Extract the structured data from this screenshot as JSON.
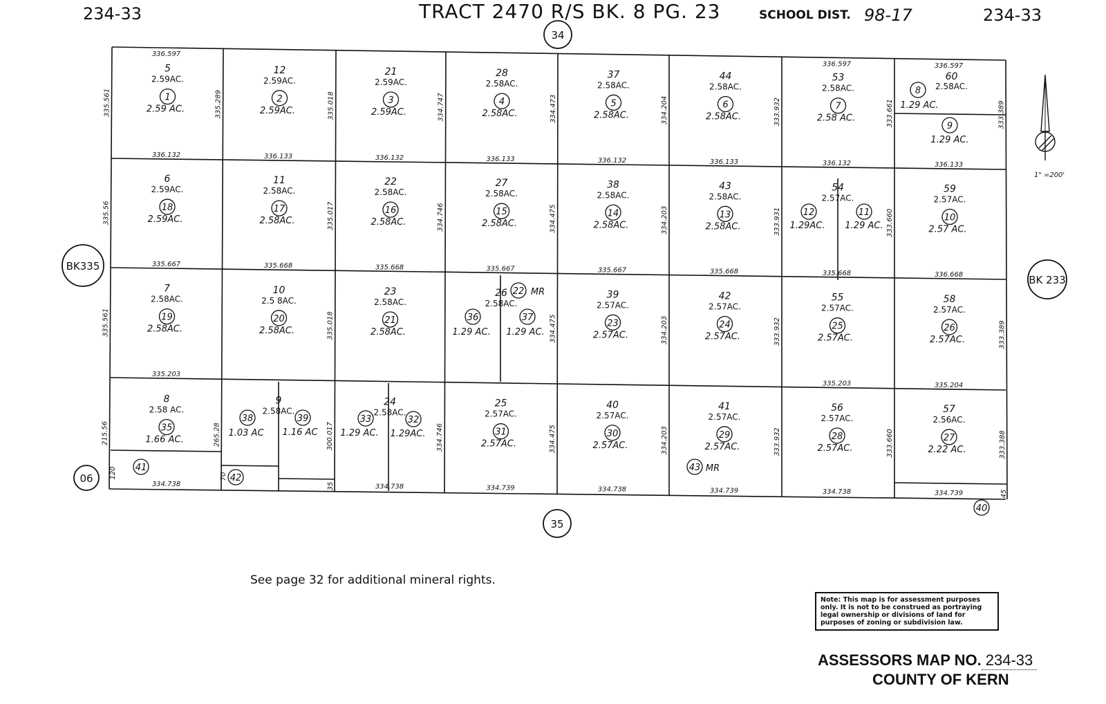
{
  "header": {
    "map_id_left": "234-33",
    "map_id_right": "234-33",
    "tract": "TRACT 2470 R/S BK. 8 PG. 23",
    "school_dist_label": "SCHOOL DIST.",
    "school_dist_value": "98-17"
  },
  "adjacent": {
    "top": "34",
    "bottom": "35",
    "left": "BK335",
    "right": "BK 233",
    "bottom_left": "06"
  },
  "scale": "1\" =200'",
  "rows": [
    [
      {
        "lot": "5",
        "lot_ac": "2.59AC.",
        "parcel": "1",
        "parcel_ac": "2.59 AC."
      },
      {
        "lot": "12",
        "lot_ac": "2.59AC.",
        "parcel": "2",
        "parcel_ac": "2.59AC."
      },
      {
        "lot": "21",
        "lot_ac": "2.59AC.",
        "parcel": "3",
        "parcel_ac": "2.59AC."
      },
      {
        "lot": "28",
        "lot_ac": "2.58AC.",
        "parcel": "4",
        "parcel_ac": "2.58AC."
      },
      {
        "lot": "37",
        "lot_ac": "2.58AC.",
        "parcel": "5",
        "parcel_ac": "2.58AC."
      },
      {
        "lot": "44",
        "lot_ac": "2.58AC.",
        "parcel": "6",
        "parcel_ac": "2.58AC."
      },
      {
        "lot": "53",
        "lot_ac": "2.58AC.",
        "parcel": "7",
        "parcel_ac": "2.58 AC."
      },
      {
        "lot": "60",
        "lot_ac": "2.58AC.",
        "parcel": "8",
        "parcel_ac": "1.29 AC."
      }
    ],
    [
      {
        "lot": "6",
        "lot_ac": "2.59AC.",
        "parcel": "18",
        "parcel_ac": "2.59AC."
      },
      {
        "lot": "11",
        "lot_ac": "2.58AC.",
        "parcel": "17",
        "parcel_ac": "2.58AC."
      },
      {
        "lot": "22",
        "lot_ac": "2.58AC.",
        "parcel": "16",
        "parcel_ac": "2.58AC."
      },
      {
        "lot": "27",
        "lot_ac": "2.58AC.",
        "parcel": "15",
        "parcel_ac": "2.58AC."
      },
      {
        "lot": "38",
        "lot_ac": "2.58AC.",
        "parcel": "14",
        "parcel_ac": "2.58AC."
      },
      {
        "lot": "43",
        "lot_ac": "2.58AC.",
        "parcel": "13",
        "parcel_ac": "2.58AC."
      },
      {
        "lot": "54",
        "lot_ac": "2.57AC.",
        "parcel": "",
        "parcel_ac": ""
      },
      {
        "lot": "59",
        "lot_ac": "2.57AC.",
        "parcel": "10",
        "parcel_ac": "2.57 AC."
      }
    ],
    [
      {
        "lot": "7",
        "lot_ac": "2.58AC.",
        "parcel": "19",
        "parcel_ac": "2.58AC."
      },
      {
        "lot": "10",
        "lot_ac": "2.5 8AC.",
        "parcel": "20",
        "parcel_ac": "2.58AC."
      },
      {
        "lot": "23",
        "lot_ac": "2.58AC.",
        "parcel": "21",
        "parcel_ac": "2.58AC."
      },
      {
        "lot": "26",
        "lot_ac": "2.58AC.",
        "parcel": "",
        "parcel_ac": ""
      },
      {
        "lot": "39",
        "lot_ac": "2.57AC.",
        "parcel": "23",
        "parcel_ac": "2.57AC."
      },
      {
        "lot": "42",
        "lot_ac": "2.57AC.",
        "parcel": "24",
        "parcel_ac": "2.57AC."
      },
      {
        "lot": "55",
        "lot_ac": "2.57AC.",
        "parcel": "25",
        "parcel_ac": "2.57AC."
      },
      {
        "lot": "58",
        "lot_ac": "2.57AC.",
        "parcel": "26",
        "parcel_ac": "2.57AC."
      }
    ],
    [
      {
        "lot": "8",
        "lot_ac": "2.58 AC.",
        "parcel": "35",
        "parcel_ac": "1.66 AC."
      },
      {
        "lot": "9",
        "lot_ac": "2.58AC.",
        "parcel": "",
        "parcel_ac": ""
      },
      {
        "lot": "24",
        "lot_ac": "2.58AC.",
        "parcel": "",
        "parcel_ac": ""
      },
      {
        "lot": "25",
        "lot_ac": "2.57AC.",
        "parcel": "31",
        "parcel_ac": "2.57AC."
      },
      {
        "lot": "40",
        "lot_ac": "2.57AC.",
        "parcel": "30",
        "parcel_ac": "2.57AC."
      },
      {
        "lot": "41",
        "lot_ac": "2.57AC.",
        "parcel": "29",
        "parcel_ac": "2.57AC."
      },
      {
        "lot": "56",
        "lot_ac": "2.57AC.",
        "parcel": "28",
        "parcel_ac": "2.57AC."
      },
      {
        "lot": "57",
        "lot_ac": "2.56AC.",
        "parcel": "27",
        "parcel_ac": "2.22 AC."
      }
    ]
  ],
  "sub_parcels": [
    {
      "parcel": "9",
      "ac": "1.29 AC."
    },
    {
      "parcel": "12",
      "ac": "1.29AC."
    },
    {
      "parcel": "11",
      "ac": "1.29 AC."
    },
    {
      "parcel": "22",
      "ac": "MR"
    },
    {
      "parcel": "36",
      "ac": "1.29 AC."
    },
    {
      "parcel": "37",
      "ac": "1.29 AC."
    },
    {
      "parcel": "38",
      "ac": "1.03 AC"
    },
    {
      "parcel": "39",
      "ac": "1.16 AC"
    },
    {
      "parcel": "33",
      "ac": "1.29 AC."
    },
    {
      "parcel": "32",
      "ac": "1.29AC."
    },
    {
      "parcel": "41",
      "ac": ""
    },
    {
      "parcel": "42",
      "ac": ""
    },
    {
      "parcel": "43",
      "ac": "MR"
    },
    {
      "parcel": "40",
      "ac": ""
    }
  ],
  "horizontal_dims": [
    [
      "336.597",
      "",
      "",
      "",
      "",
      "",
      "336.597",
      "336.597"
    ],
    [
      "336.132",
      "336.133",
      "336.132",
      "336.133",
      "336.132",
      "336.133",
      "336.132",
      "336.133"
    ],
    [
      "335.667",
      "335.668",
      "335.668",
      "335.667",
      "335.667",
      "335.668",
      "335.668",
      "336.668"
    ],
    [
      "335.203",
      "",
      "",
      "",
      "",
      "",
      "335.203",
      "335.204"
    ],
    [
      "334.738",
      "",
      "334.738",
      "334.739",
      "334.738",
      "334.739",
      "334.738",
      "334.739"
    ]
  ],
  "vertical_dims": [
    [
      "335.561",
      "335.289",
      "335.018",
      "334.747",
      "334.473",
      "334.204",
      "333.932",
      "333.661",
      "333.389"
    ],
    [
      "335.56",
      "",
      "335.017",
      "334.746",
      "334.475",
      "334.203",
      "333.931",
      "333.660",
      ""
    ],
    [
      "335.561",
      "",
      "335.018",
      "",
      "334.475",
      "334.203",
      "333.932",
      "",
      "333.389"
    ],
    [
      "215.56",
      "265.28",
      "300.017",
      "334.746",
      "334.475",
      "334.203",
      "333.932",
      "333.660",
      "333.388"
    ]
  ],
  "small_dims": {
    "left_120": "120",
    "dim_70": "70",
    "dim_35": "35",
    "dim_45": "45"
  },
  "footnote": "See page 32 for additional mineral rights.",
  "note": "Note: This map is for assessment purposes only. It is not to be construed as portraying legal ownership or divisions of land for purposes of zoning or subdivision law.",
  "footer": {
    "title_prefix": "ASSESSORS MAP NO.",
    "map_no": "234-33",
    "county": "COUNTY OF KERN"
  }
}
